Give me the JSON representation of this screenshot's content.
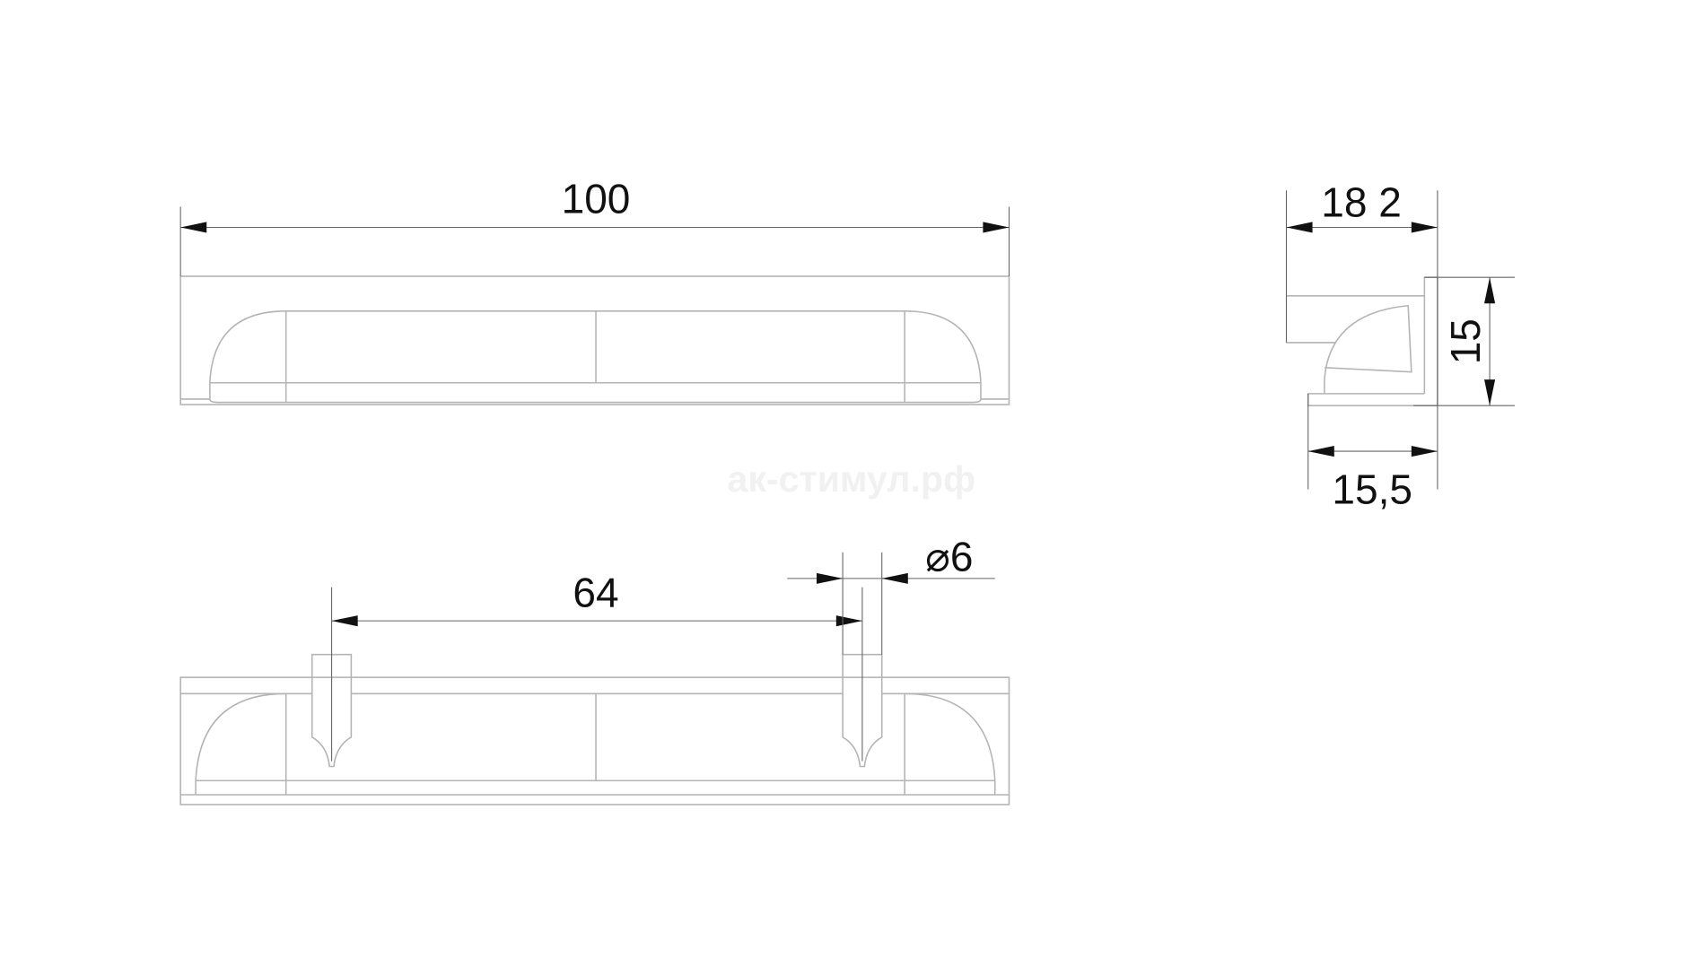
{
  "drawing": {
    "top_view": {
      "length_label": "100"
    },
    "bottom_view": {
      "hole_spacing_label": "64",
      "hole_diameter_label": "⌀6"
    },
    "side_view": {
      "width_label": "18 2",
      "height_label": "15",
      "base_label": "15,5"
    },
    "watermark": "ак-стимул.рф"
  }
}
